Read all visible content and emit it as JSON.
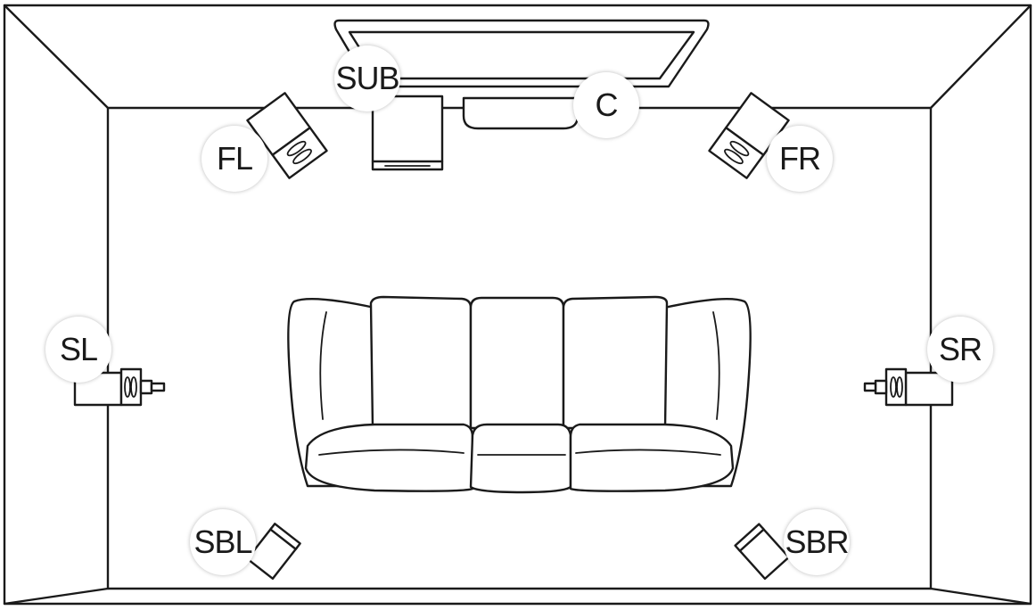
{
  "labels": {
    "sub": "SUB",
    "center": "C",
    "front_left": "FL",
    "front_right": "FR",
    "side_left": "SL",
    "side_right": "SR",
    "surround_back_left": "SBL",
    "surround_back_right": "SBR"
  },
  "colors": {
    "line": "#1a1a1a",
    "background": "#ffffff"
  }
}
